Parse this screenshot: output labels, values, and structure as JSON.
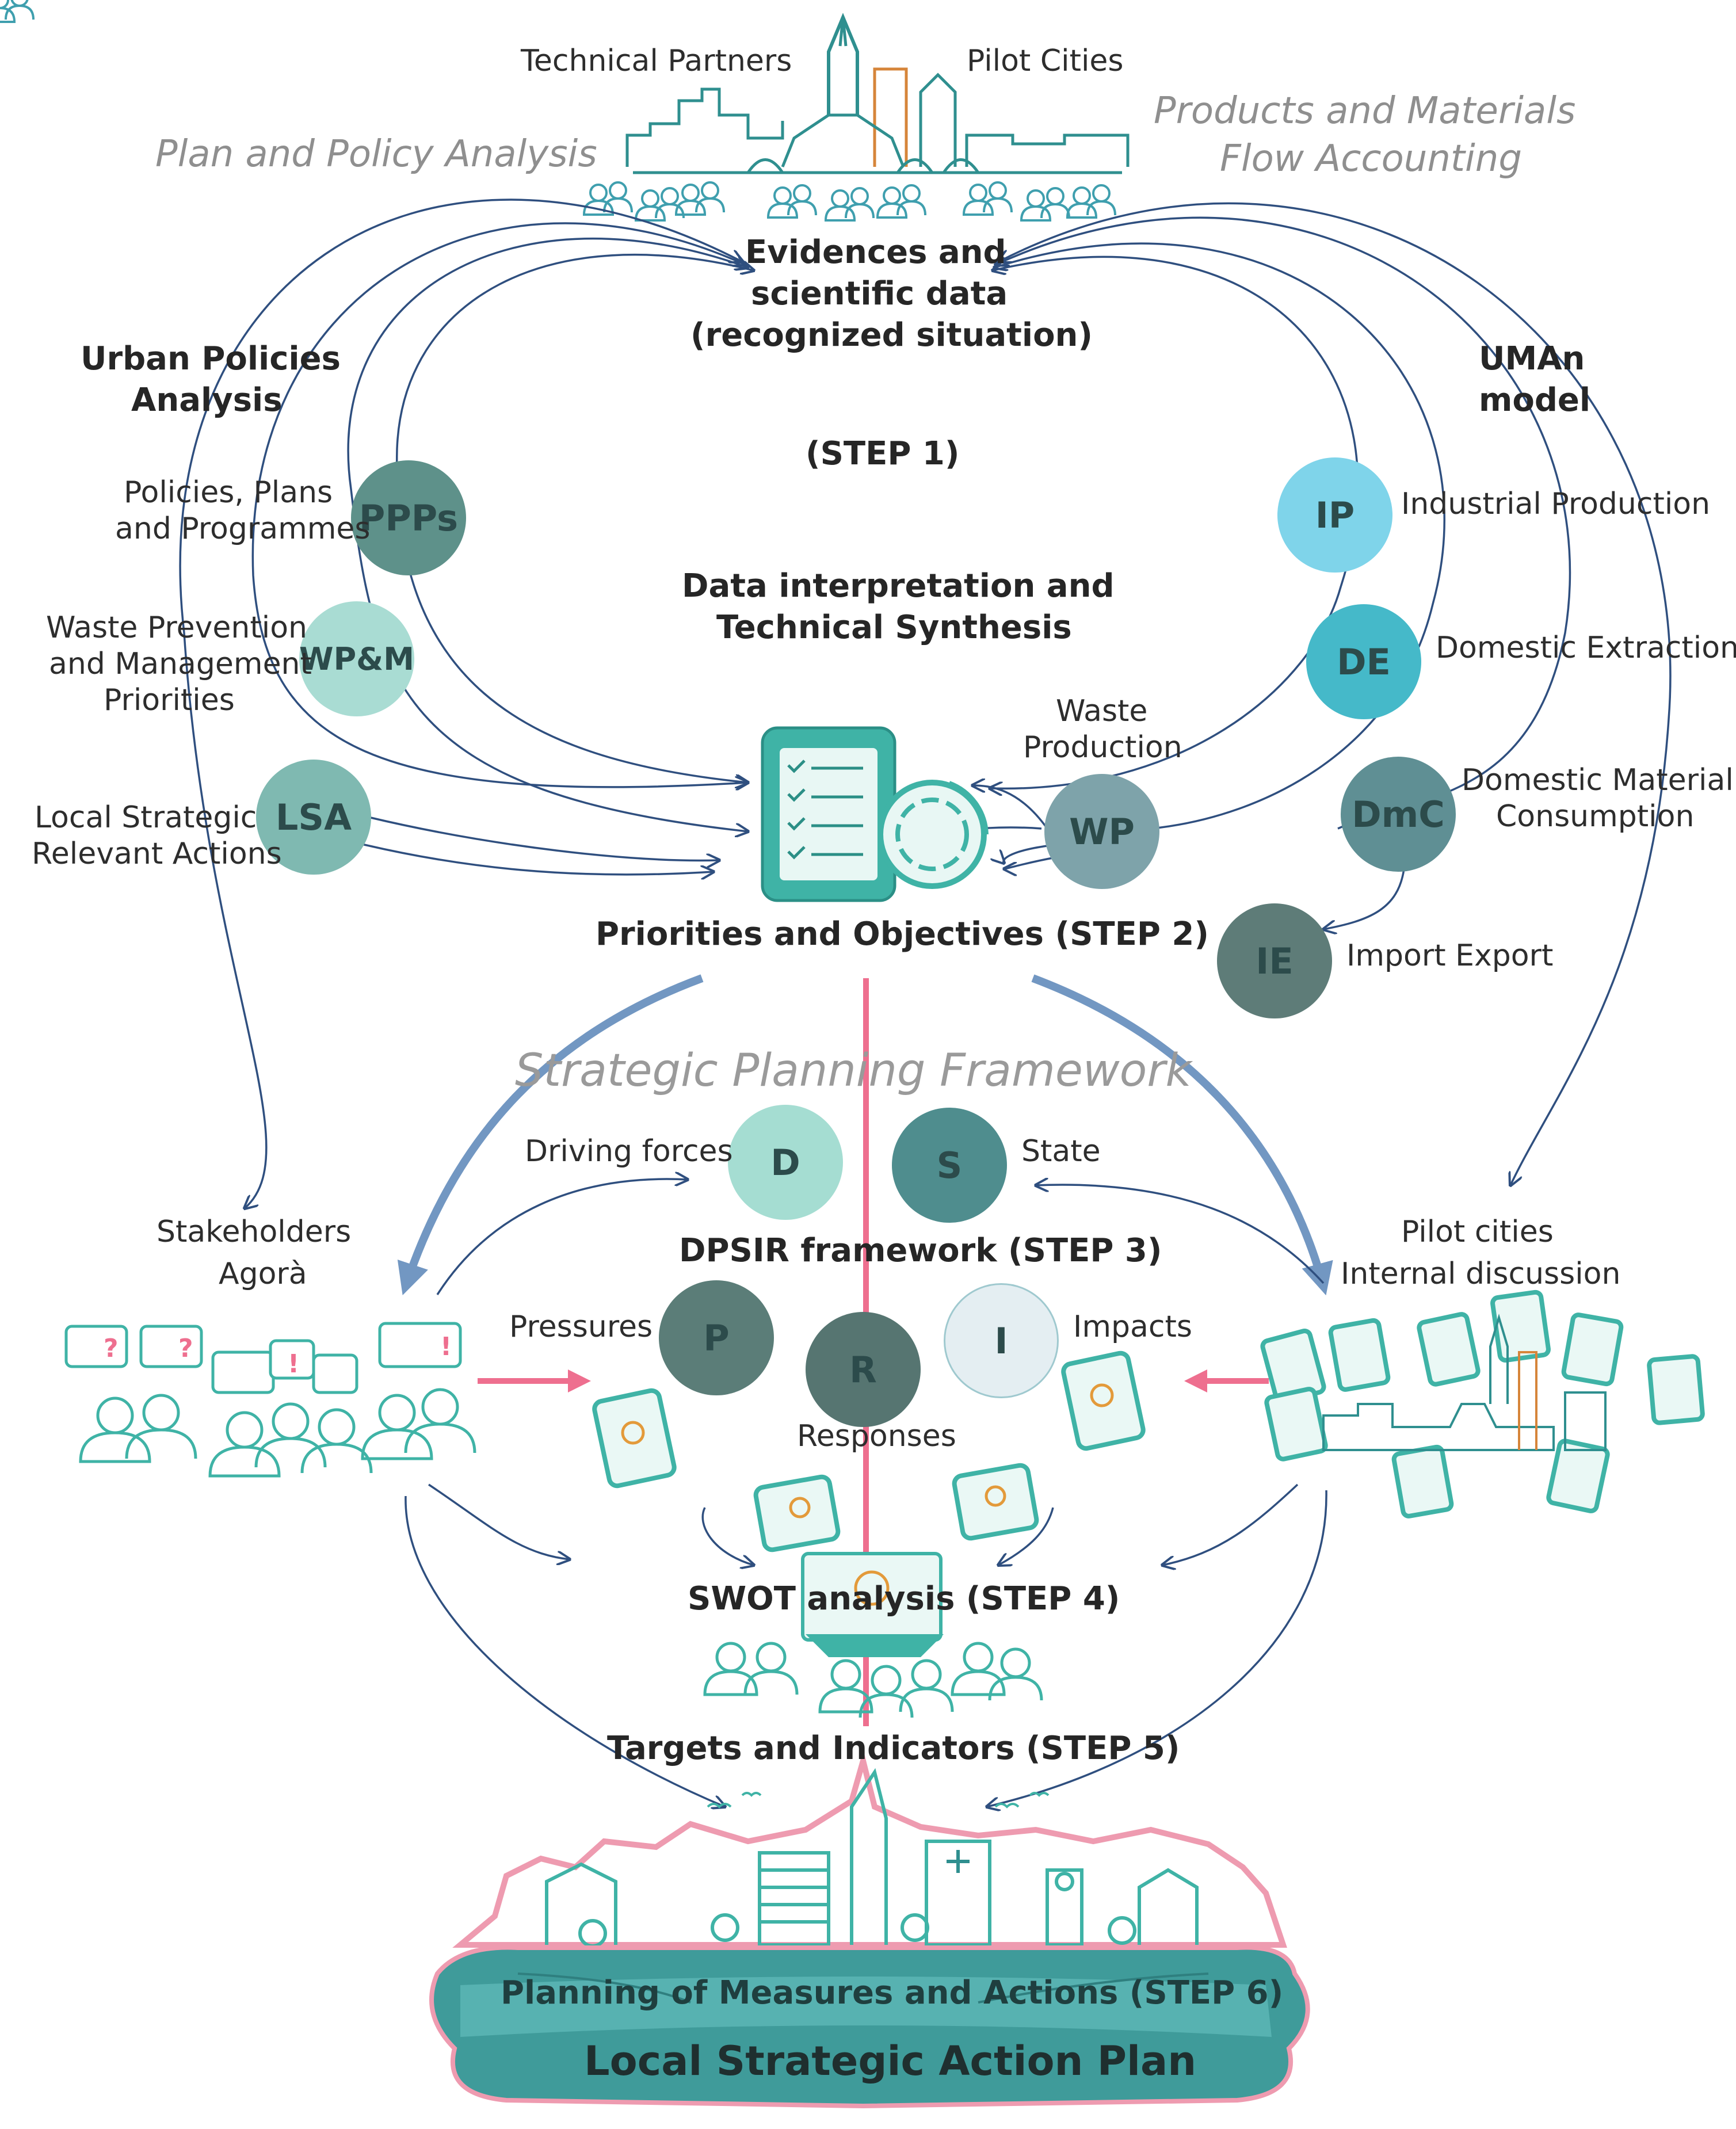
{
  "header": {
    "technical_partners": "Technical Partners",
    "pilot_cities": "Pilot Cities",
    "plan_policy": "Plan and Policy Analysis",
    "products_flow_1": "Products and Materials",
    "products_flow_2": "Flow Accounting"
  },
  "evidence": {
    "line1": "Evidences and",
    "line2": "scientific data",
    "line3": "(recognized situation)"
  },
  "left_group": {
    "title_1": "Urban Policies",
    "title_2": "Analysis",
    "nodes": [
      {
        "abbr": "PPPs",
        "label_1": "Policies, Plans",
        "label_2": "and Programmes",
        "label_3": "",
        "color": "#5e918a"
      },
      {
        "abbr": "WP&M",
        "label_1": "Waste Prevention",
        "label_2": "and Management",
        "label_3": "Priorities",
        "color": "#a9dcd3"
      },
      {
        "abbr": "LSA",
        "label_1": "Local Strategic",
        "label_2": "Relevant Actions",
        "label_3": "",
        "color": "#7fb9b1"
      }
    ]
  },
  "right_group": {
    "title_1": "UMAn",
    "title_2": "model",
    "nodes": [
      {
        "abbr": "IP",
        "label": "Industrial Production",
        "color": "#7fd4ea"
      },
      {
        "abbr": "DE",
        "label": "Domestic Extraction",
        "color": "#45b9c9"
      },
      {
        "abbr": "DmC",
        "label_1": "Domestic Material",
        "label_2": "Consumption",
        "color": "#5f8f94"
      },
      {
        "abbr": "IE",
        "label": "Import Export",
        "color": "#5e7c78"
      },
      {
        "abbr": "WP",
        "label_1": "Waste",
        "label_2": "Production",
        "color": "#7ea3aa"
      }
    ]
  },
  "steps": {
    "step1": "(STEP 1)",
    "interp_1": "Data interpretation and",
    "interp_2": "Technical Synthesis",
    "step2": "Priorities and Objectives (STEP 2)",
    "framework": "Strategic Planning Framework",
    "step3": "DPSIR framework (STEP 3)",
    "step4": "SWOT analysis (STEP 4)",
    "step5": "Targets and Indicators (STEP 5)",
    "step6": "Planning of Measures and Actions (STEP 6)",
    "plan": "Local Strategic Action Plan"
  },
  "dpsir": [
    {
      "letter": "D",
      "label": "Driving forces",
      "color": "#a5ddd2"
    },
    {
      "letter": "S",
      "label": "State",
      "color": "#4f8d8e"
    },
    {
      "letter": "P",
      "label": "Pressures",
      "color": "#5b7d78"
    },
    {
      "letter": "R",
      "label": "Responses",
      "color": "#567571"
    },
    {
      "letter": "I",
      "label": "Impacts",
      "color": "#e4eef2"
    }
  ],
  "stakeholders": {
    "line1": "Stakeholders",
    "line2": "Agorà"
  },
  "pilot_internal": {
    "line1": "Pilot cities",
    "line2": "Internal discussion"
  },
  "colors": {
    "arrow": "#2f4f7f",
    "big_arrow": "#7297c2",
    "pink": "#ee6f8f",
    "teal": "#3fb3a6",
    "plan_band": "#3f9b9a"
  }
}
